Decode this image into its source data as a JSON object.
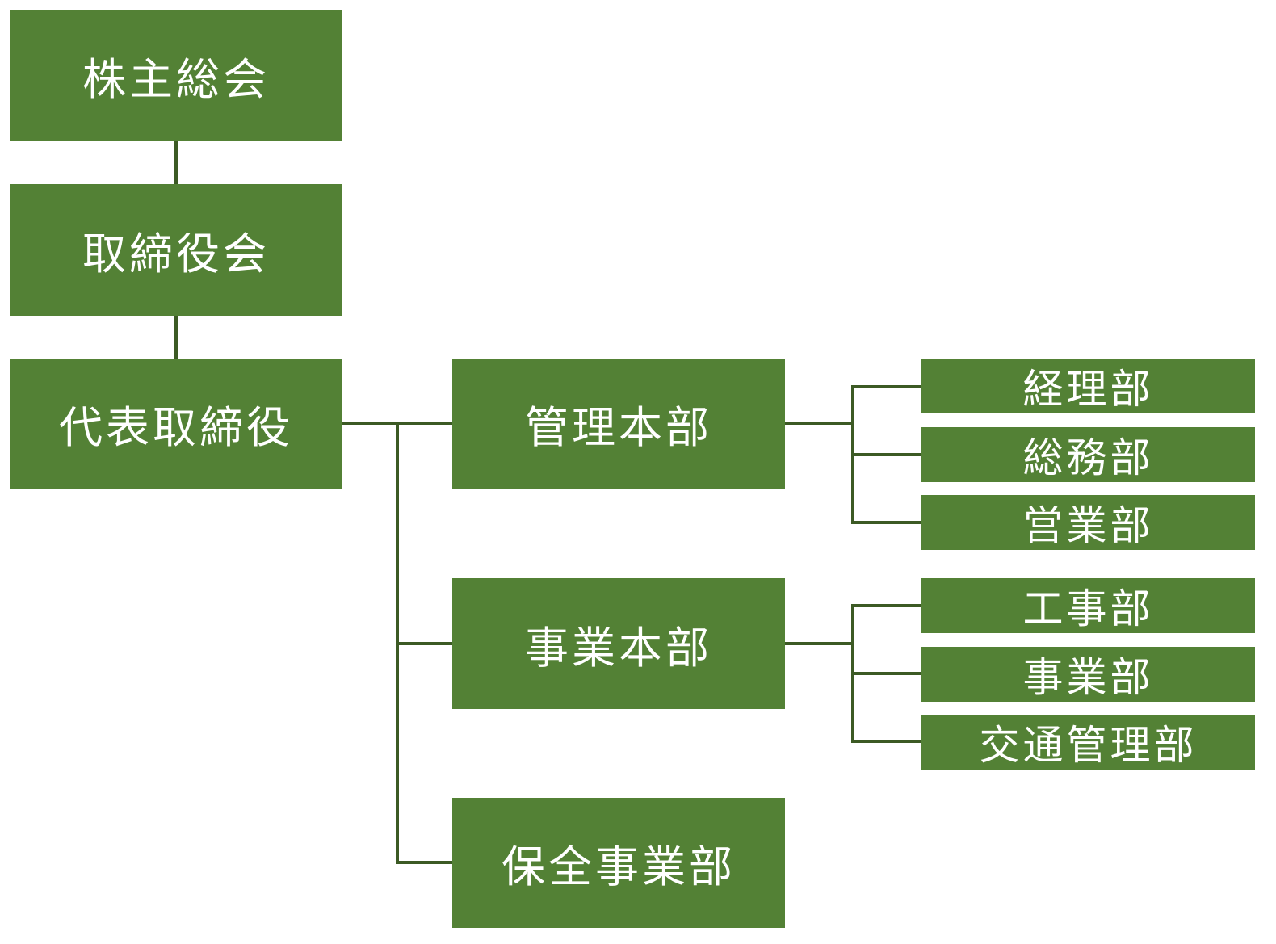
{
  "colors": {
    "box_fill": "#538135",
    "connector": "#3c5a24",
    "text": "#ffffff"
  },
  "org": {
    "shareholders_meeting": "株主総会",
    "board_of_directors": "取締役会",
    "representative_director": "代表取締役",
    "admin_hq": {
      "label": "管理本部",
      "departments": [
        "経理部",
        "総務部",
        "営業部"
      ]
    },
    "business_hq": {
      "label": "事業本部",
      "departments": [
        "工事部",
        "事業部",
        "交通管理部"
      ]
    },
    "maintenance_division": "保全事業部"
  }
}
